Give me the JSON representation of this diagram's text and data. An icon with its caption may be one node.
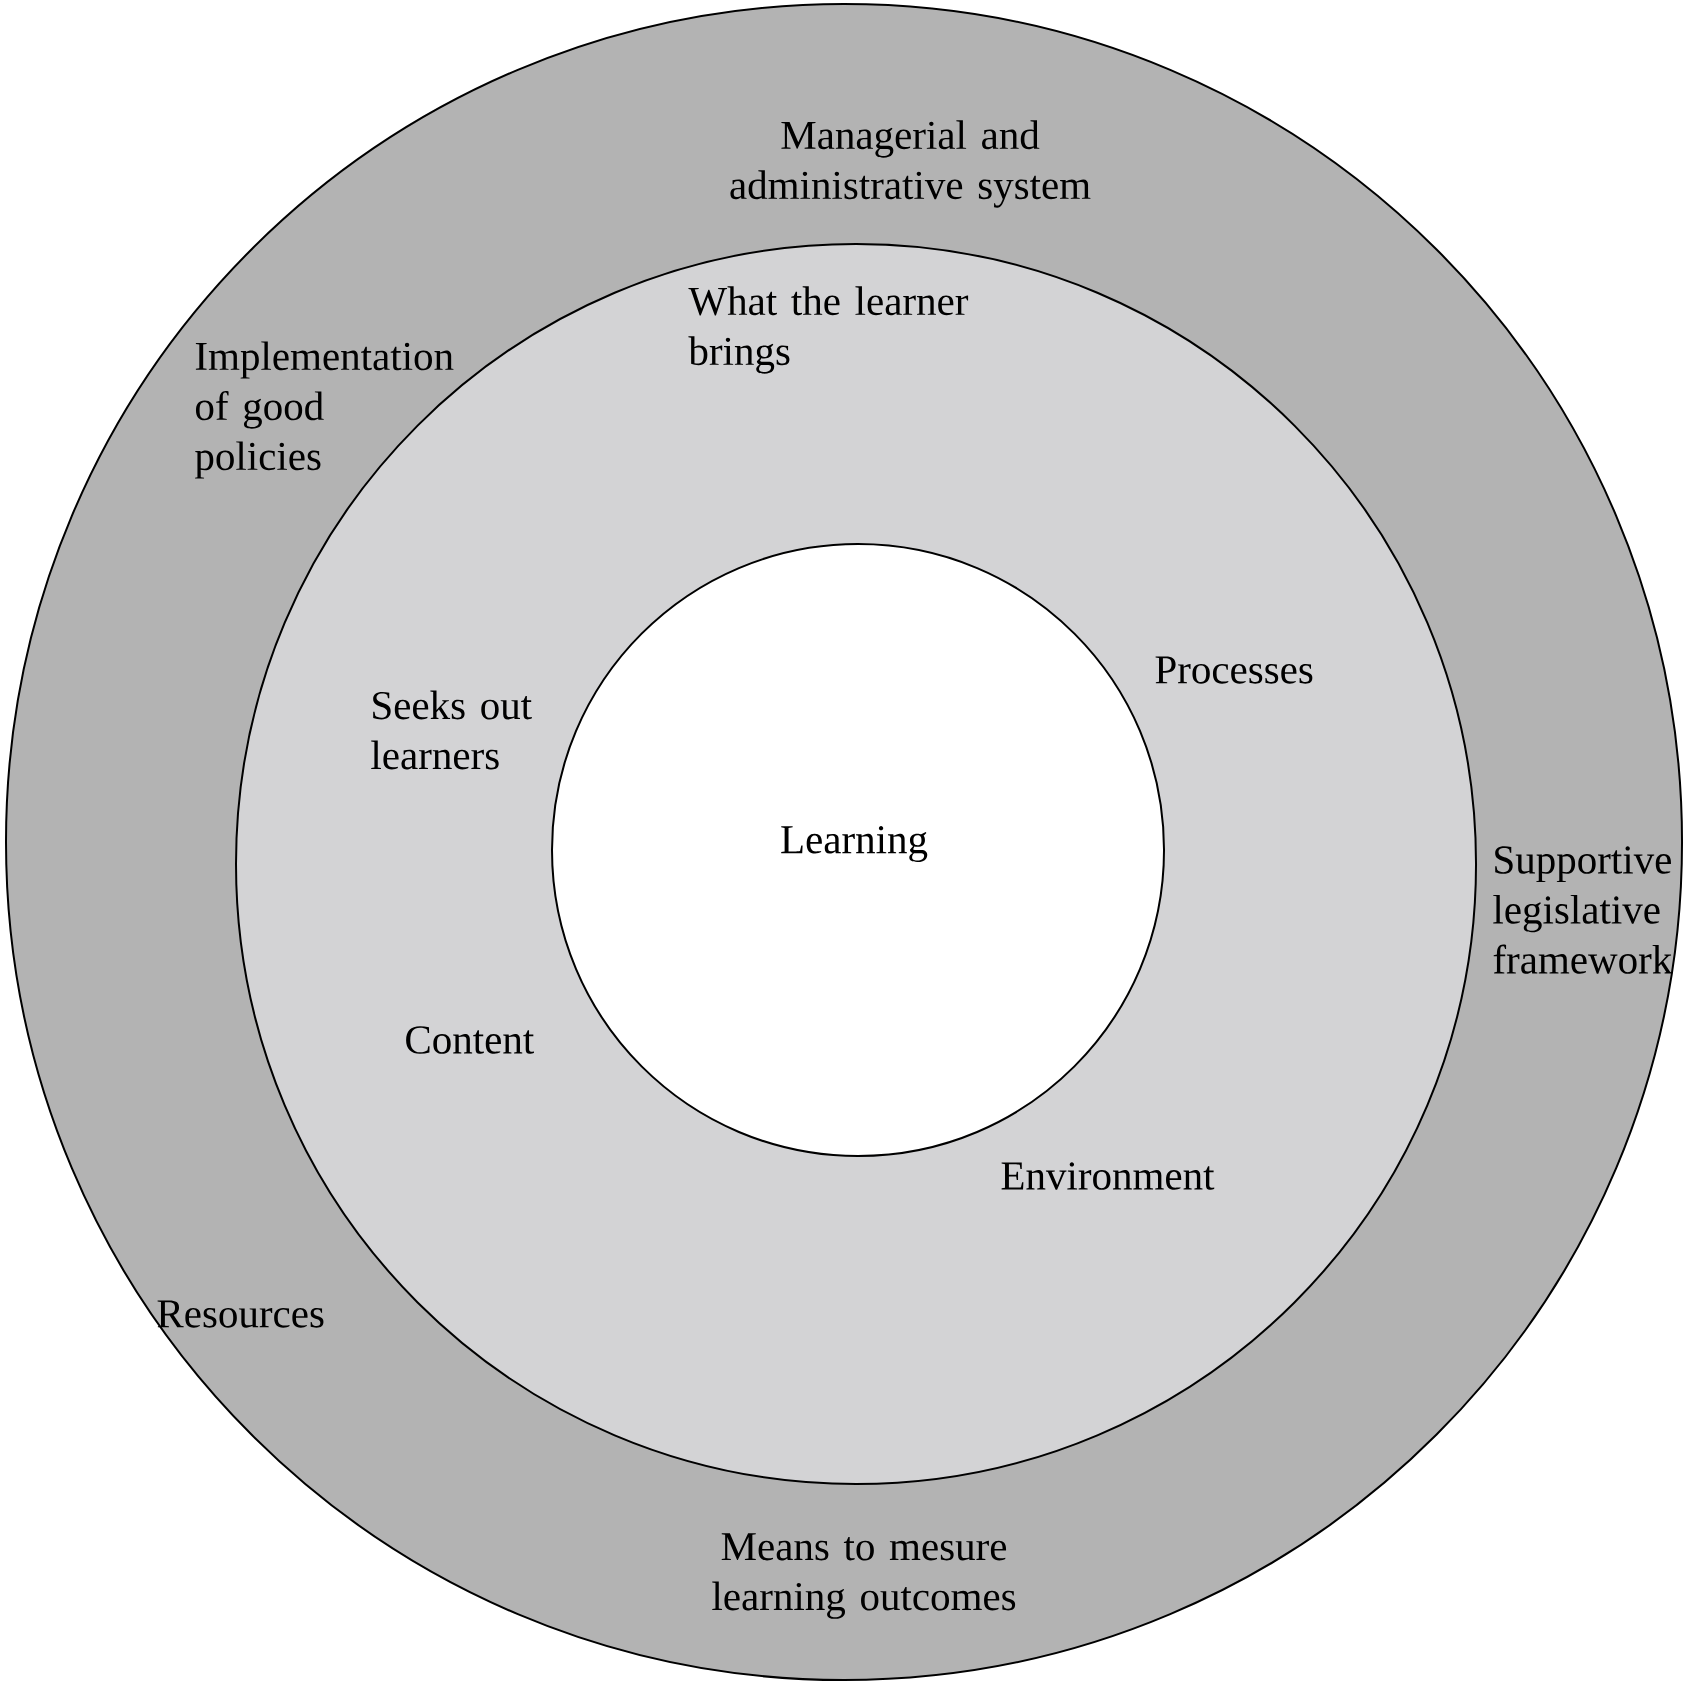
{
  "diagram": {
    "nodes": [
      {
        "text": [
          "Managerial and administrative system",
          "Implementation of good policies",
          "Supportive legislative framework",
          "Resources",
          "Means to mesure learning outcomes"
        ]
      },
      {
        "text": [
          "What the learner brings",
          "Seeks out learners",
          "Processes",
          "Content",
          "Environment"
        ],
        "in": 0
      },
      {
        "text": [
          "Learning"
        ],
        "in": 1
      }
    ]
  }
}
